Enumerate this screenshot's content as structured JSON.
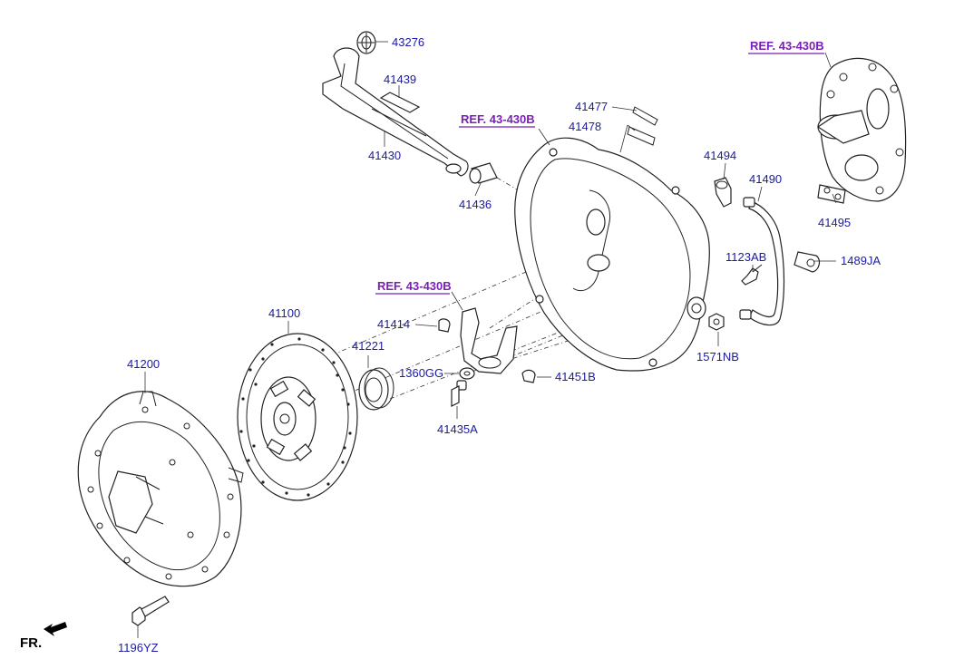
{
  "colors": {
    "part_label": "#1a1aa8",
    "reference_label": "#7a1fb8",
    "line": "#222222"
  },
  "labels": {
    "p43276": "43276",
    "p41439": "41439",
    "p41430": "41430",
    "p41436": "41436",
    "p41477": "41477",
    "p41478": "41478",
    "p41494": "41494",
    "p41490": "41490",
    "p41495": "41495",
    "p1123AB": "1123AB",
    "p1489JA": "1489JA",
    "p1571NB": "1571NB",
    "p41414": "41414",
    "p41221": "41221",
    "p41100": "41100",
    "p41200": "41200",
    "p1360GG": "1360GG",
    "p41451B": "41451B",
    "p41435A": "41435A",
    "p1196YZ": "1196YZ"
  },
  "refs": {
    "ref_housing": "REF. 43-430B",
    "ref_cover": "REF. 43-430B",
    "ref_fork": "REF. 43-430B"
  },
  "direction": {
    "label": "FR.",
    "icon": "arrow-icon"
  }
}
